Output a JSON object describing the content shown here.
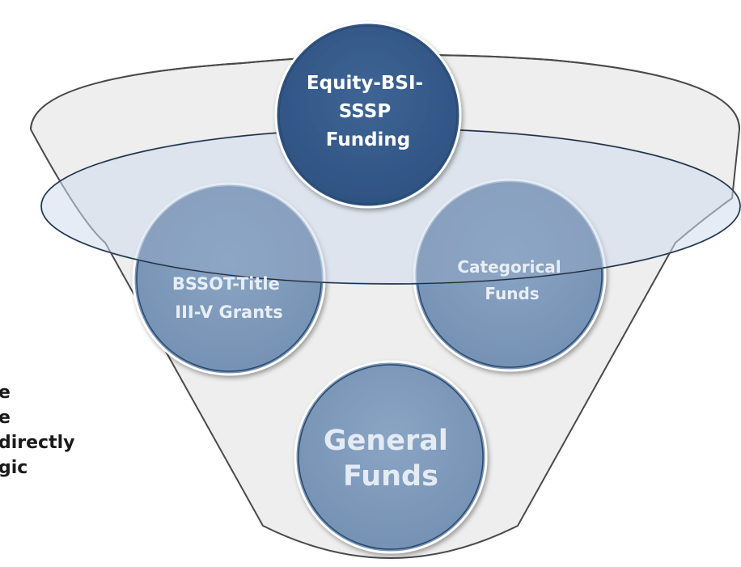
{
  "circles": {
    "top": [
      "Equity-BSI-",
      "SSSP",
      "Funding"
    ],
    "left": [
      "BSSOT-Title",
      "III-V Grants"
    ],
    "right": [
      "Categorical",
      "Funds"
    ],
    "bottom": [
      "General",
      "Funds"
    ]
  },
  "side_text": [
    "e",
    "e",
    "directly",
    "gic"
  ],
  "colors": {
    "circle_dark": "#3a5f8f",
    "circle_faded": "#7f9cbc",
    "circle_outline": "#2c4a70",
    "funnel_fill": "#eeeeee",
    "funnel_outline": "#4a4a4a",
    "ellipse_fill": "#cfdded",
    "ellipse_outline": "#5a86bd"
  }
}
